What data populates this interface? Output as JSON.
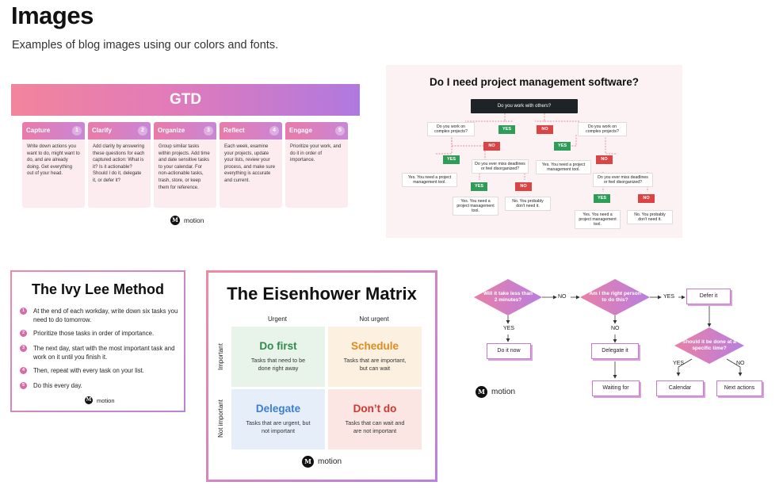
{
  "page": {
    "title": "Images",
    "subtitle": "Examples of blog images using our colors and fonts."
  },
  "brand": {
    "logo_text": "motion",
    "logo_mark": "M",
    "accent_pink": "#f08aa2",
    "accent_purple": "#b079df"
  },
  "gtd": {
    "title": "GTD",
    "columns": [
      {
        "label": "Capture",
        "num": "1",
        "text": "Write down actions you want to do, might want to do, and are already doing. Get everything out of your head."
      },
      {
        "label": "Clarify",
        "num": "2",
        "text": "Add clarity by answering these questions for each captured action: What is it? Is it actionable? Should I do it, delegate it, or defer it?"
      },
      {
        "label": "Organize",
        "num": "3",
        "text": "Group similar tasks within projects. Add time and date sensitive tasks to your calendar. For non-actionable tasks, trash, store, or keep them for reference."
      },
      {
        "label": "Reflect",
        "num": "4",
        "text": "Each week, examine your projects, update your lists, review your process, and make sure everything is accurate and current."
      },
      {
        "label": "Engage",
        "num": "5",
        "text": "Prioritize your work, and do it in order of importance."
      }
    ]
  },
  "pm": {
    "title": "Do I need project management software?",
    "root": "Do you work with others?",
    "yes": "YES",
    "no": "NO",
    "q_complex": "Do you work on complex projects?",
    "q_deadlines": "Do you ever miss deadlines or feel disorganized?",
    "a_need": "Yes. You need a project management tool.",
    "a_noneed": "No. You probably don't need it."
  },
  "ivy": {
    "title": "The Ivy Lee Method",
    "items": [
      {
        "n": "1",
        "text": "At the end of each workday, write down six tasks you need to do tomorrow."
      },
      {
        "n": "2",
        "text": "Prioritize those tasks in order of importance."
      },
      {
        "n": "3",
        "text": "The next day, start with the most important task and work on it until you finish it."
      },
      {
        "n": "4",
        "text": "Then, repeat with every task on your list."
      },
      {
        "n": "5",
        "text": "Do this every day."
      }
    ]
  },
  "eisenhower": {
    "title": "The Eisenhower Matrix",
    "col_urgent": "Urgent",
    "col_not_urgent": "Not urgent",
    "row_important": "Important",
    "row_not_important": "Not important",
    "quadrants": [
      {
        "title": "Do first",
        "desc": "Tasks that need to be done right away",
        "color": "#2e8b4a",
        "bg": "#e8f3ea"
      },
      {
        "title": "Schedule",
        "desc": "Tasks that are important, but can wait",
        "color": "#e28a1e",
        "bg": "#fcf0e0"
      },
      {
        "title": "Delegate",
        "desc": "Tasks that are urgent, but not important",
        "color": "#3c7fd0",
        "bg": "#e6eefa"
      },
      {
        "title": "Don’t do",
        "desc": "Tasks that can wait and are not important",
        "color": "#d0372f",
        "bg": "#fbe6e4"
      }
    ]
  },
  "flow": {
    "q1": "Will it take less than 2 minutes?",
    "q2": "Am I the right person to do this?",
    "q3": "Should it be done at a specific time?",
    "no": "NO",
    "yes": "YES",
    "defer": "Defer it",
    "do_now": "Do it now",
    "delegate": "Delegate it",
    "waiting": "Waiting for",
    "calendar": "Calendar",
    "next": "Next actions"
  }
}
